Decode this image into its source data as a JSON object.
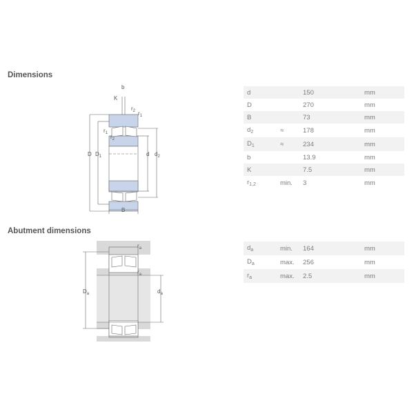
{
  "sections": {
    "dimensions": {
      "title": "Dimensions",
      "rows": [
        {
          "symbol": "d",
          "sub": "",
          "qualifier": "",
          "value": "150",
          "unit": "mm"
        },
        {
          "symbol": "D",
          "sub": "",
          "qualifier": "",
          "value": "270",
          "unit": "mm"
        },
        {
          "symbol": "B",
          "sub": "",
          "qualifier": "",
          "value": "73",
          "unit": "mm"
        },
        {
          "symbol": "d",
          "sub": "2",
          "qualifier": "≈",
          "value": "178",
          "unit": "mm"
        },
        {
          "symbol": "D",
          "sub": "1",
          "qualifier": "≈",
          "value": "234",
          "unit": "mm"
        },
        {
          "symbol": "b",
          "sub": "",
          "qualifier": "",
          "value": "13.9",
          "unit": "mm"
        },
        {
          "symbol": "K",
          "sub": "",
          "qualifier": "",
          "value": "7.5",
          "unit": "mm"
        },
        {
          "symbol": "r",
          "sub": "1,2",
          "qualifier": "min.",
          "value": "3",
          "unit": "mm"
        }
      ],
      "drawing_labels": {
        "b": "b",
        "K": "K",
        "r2": "r",
        "r2_sub": "2",
        "r1": "r",
        "r1_sub": "1",
        "D": "D",
        "D1": "D",
        "D1_sub": "1",
        "d": "d",
        "d2": "d",
        "d2_sub": "2",
        "B": "B"
      }
    },
    "abutment": {
      "title": "Abutment dimensions",
      "rows": [
        {
          "symbol": "d",
          "sub": "a",
          "qualifier": "min.",
          "value": "164",
          "unit": "mm"
        },
        {
          "symbol": "D",
          "sub": "a",
          "qualifier": "max.",
          "value": "256",
          "unit": "mm"
        },
        {
          "symbol": "r",
          "sub": "a",
          "qualifier": "max.",
          "value": "2.5",
          "unit": "mm"
        }
      ],
      "drawing_labels": {
        "Da": "D",
        "Da_sub": "a",
        "da": "d",
        "da_sub": "a",
        "ra": "r",
        "ra_sub": "a"
      }
    }
  },
  "colors": {
    "ring_fill": "#c8d4ea",
    "abutment_fill": "#d9d9d9",
    "row_stripe": "#f2f2f2"
  }
}
